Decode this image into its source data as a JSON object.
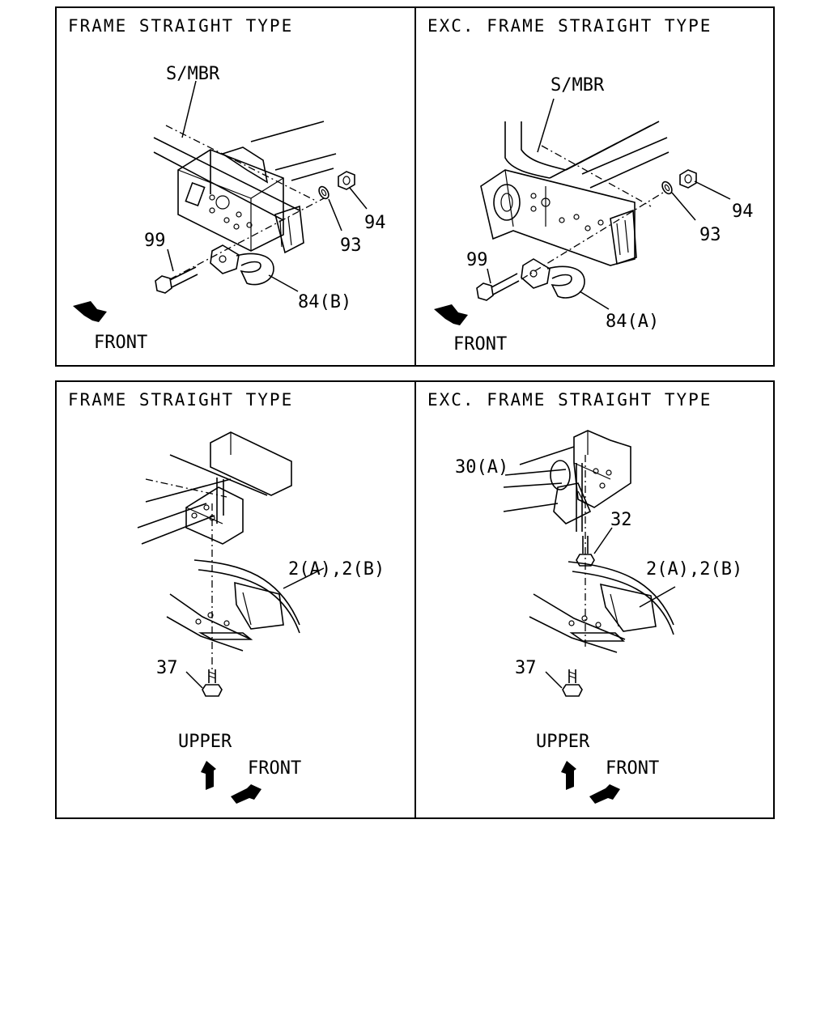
{
  "panels": [
    {
      "title": "FRAME STRAIGHT TYPE",
      "labels": {
        "member": "S/MBR",
        "bolt": "99",
        "washer": "93",
        "nut": "94",
        "hook": "84(B)",
        "front": "FRONT"
      },
      "icons": [
        "front-arrow-icon"
      ]
    },
    {
      "title": "EXC. FRAME STRAIGHT TYPE",
      "labels": {
        "member": "S/MBR",
        "bolt": "99",
        "washer": "93",
        "nut": "94",
        "hook": "84(A)",
        "front": "FRONT"
      },
      "icons": [
        "front-arrow-icon"
      ]
    },
    {
      "title": "FRAME STRAIGHT TYPE",
      "labels": {
        "part": "2(A),2(B)",
        "bolt": "37",
        "upper": "UPPER",
        "front": "FRONT"
      },
      "icons": [
        "upper-arrow-icon",
        "front-arrow-icon"
      ]
    },
    {
      "title": "EXC. FRAME STRAIGHT TYPE",
      "labels": {
        "bracket": "30(A)",
        "bolt_upper": "32",
        "part": "2(A),2(B)",
        "bolt": "37",
        "upper": "UPPER",
        "front": "FRONT"
      },
      "icons": [
        "upper-arrow-icon",
        "front-arrow-icon"
      ]
    }
  ]
}
